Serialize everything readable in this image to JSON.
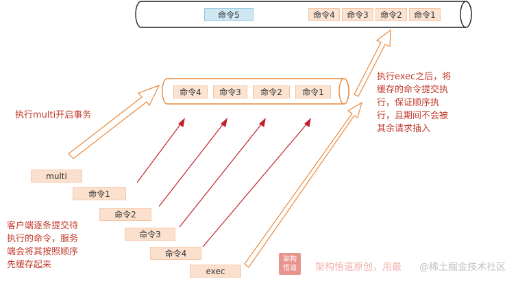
{
  "server_queue": {
    "pending": "命令5",
    "executed": [
      "命令4",
      "命令3",
      "命令2",
      "命令1"
    ]
  },
  "transaction_queue": [
    "命令4",
    "命令3",
    "命令2",
    "命令1"
  ],
  "client_commands": [
    "multi",
    "命令1",
    "命令2",
    "命令3",
    "命令4",
    "exec"
  ],
  "notes": {
    "multi": "执行multi开启事务",
    "exec": [
      "执行exec之后，将",
      "缓存的命令提交执",
      "行，保证顺序执",
      "行，且期间不会被",
      "其余请求插入"
    ],
    "client": [
      "客户端逐条提交待",
      "执行的命令，服务",
      "端会将其按照顺序",
      "先缓存起来"
    ]
  },
  "watermark": {
    "badge": [
      "架构",
      "悟道"
    ],
    "text": "架构悟道原创，用最",
    "text2": "@稀土掘金技术社区"
  },
  "colors": {
    "arrow_orange": "#e8883a",
    "arrow_red": "#c0202a",
    "note_red": "#c0392b"
  }
}
